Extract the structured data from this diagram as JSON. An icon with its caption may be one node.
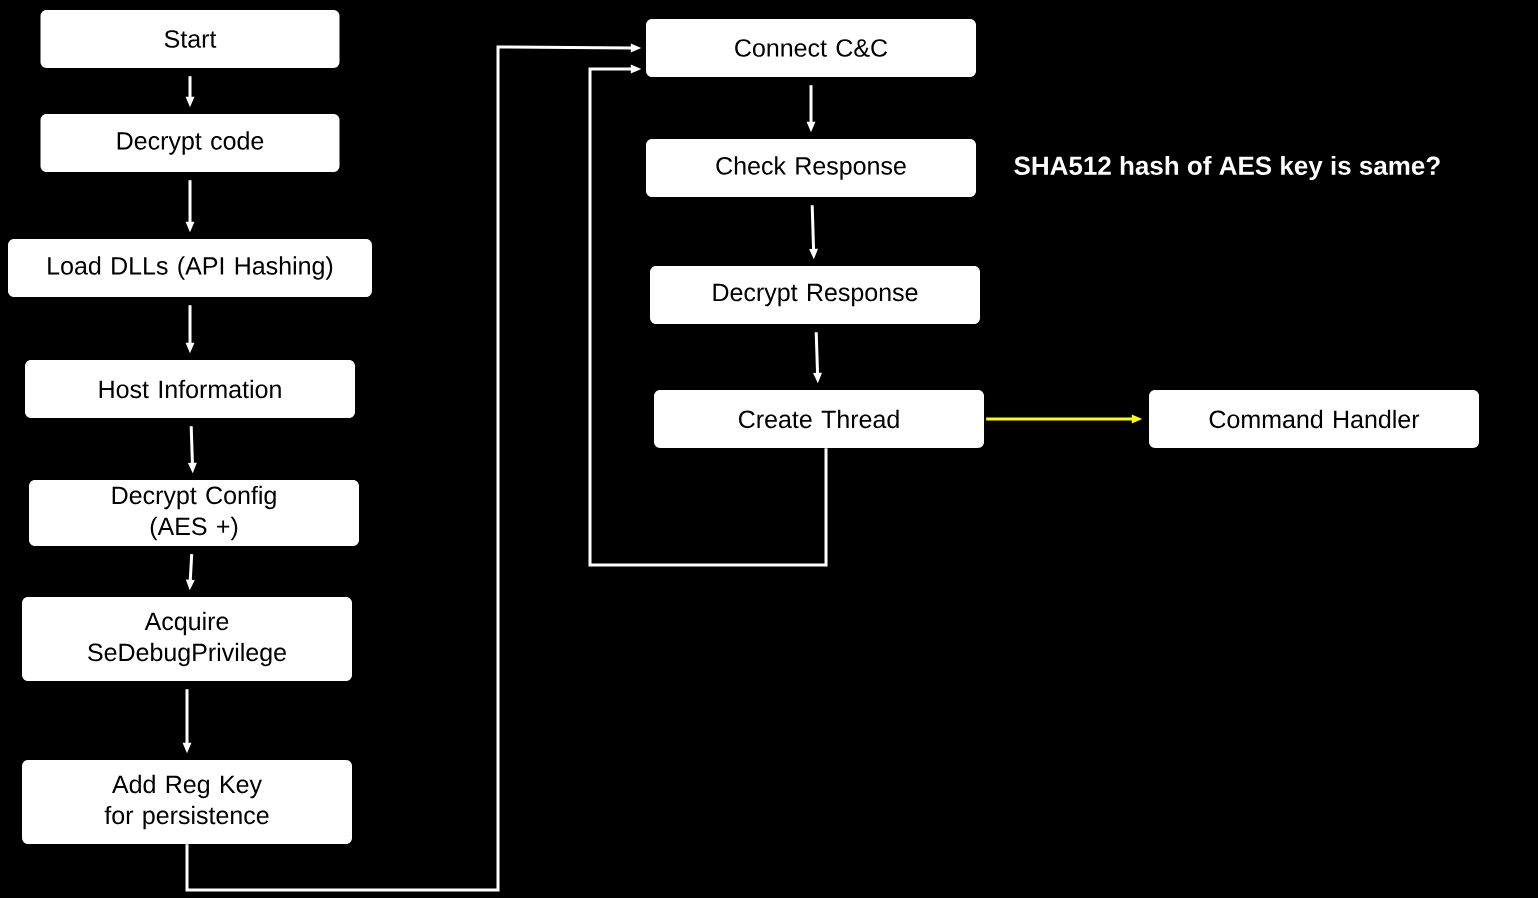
{
  "diagram": {
    "nodes": [
      {
        "text": [
          "Start"
        ]
      },
      {
        "text": [
          "Decrypt code"
        ]
      },
      {
        "text": [
          "Load DLLs (API Hashing)"
        ]
      },
      {
        "text": [
          "Host Information"
        ]
      },
      {
        "text": [
          "Decrypt Config (AES +)"
        ]
      },
      {
        "text": [
          "Acquire SeDebugPrivilege"
        ]
      },
      {
        "text": [
          "Add Reg Key for persistence"
        ]
      },
      {
        "text": [
          "Connect C&C"
        ]
      },
      {
        "text": [
          "Check Response"
        ],
        "beside": [
          "SHA512 hash of AES key is same?"
        ]
      },
      {
        "text": [
          "Decrypt Response"
        ]
      },
      {
        "text": [
          "Create Thread"
        ]
      },
      {
        "text": [
          "Command Handler"
        ]
      }
    ],
    "edges": [
      {
        "from": 0,
        "to": 1,
        "arrow": "to"
      },
      {
        "from": 1,
        "to": 2,
        "arrow": "to"
      },
      {
        "from": 2,
        "to": 3,
        "arrow": "to"
      },
      {
        "from": 3,
        "to": 4,
        "arrow": "to"
      },
      {
        "from": 4,
        "to": 5,
        "arrow": "to"
      },
      {
        "from": 5,
        "to": 6,
        "arrow": "to"
      },
      {
        "from": 6,
        "to": 7,
        "arrow": "to"
      },
      {
        "from": 7,
        "to": 8,
        "arrow": "to"
      },
      {
        "from": 8,
        "to": 9,
        "arrow": "to"
      },
      {
        "from": 9,
        "to": 10,
        "arrow": "to"
      },
      {
        "from": 10,
        "to": 11,
        "arrow": "to",
        "color": "#ffff00"
      },
      {
        "from": 10,
        "to": 7,
        "arrow": "to"
      }
    ]
  }
}
